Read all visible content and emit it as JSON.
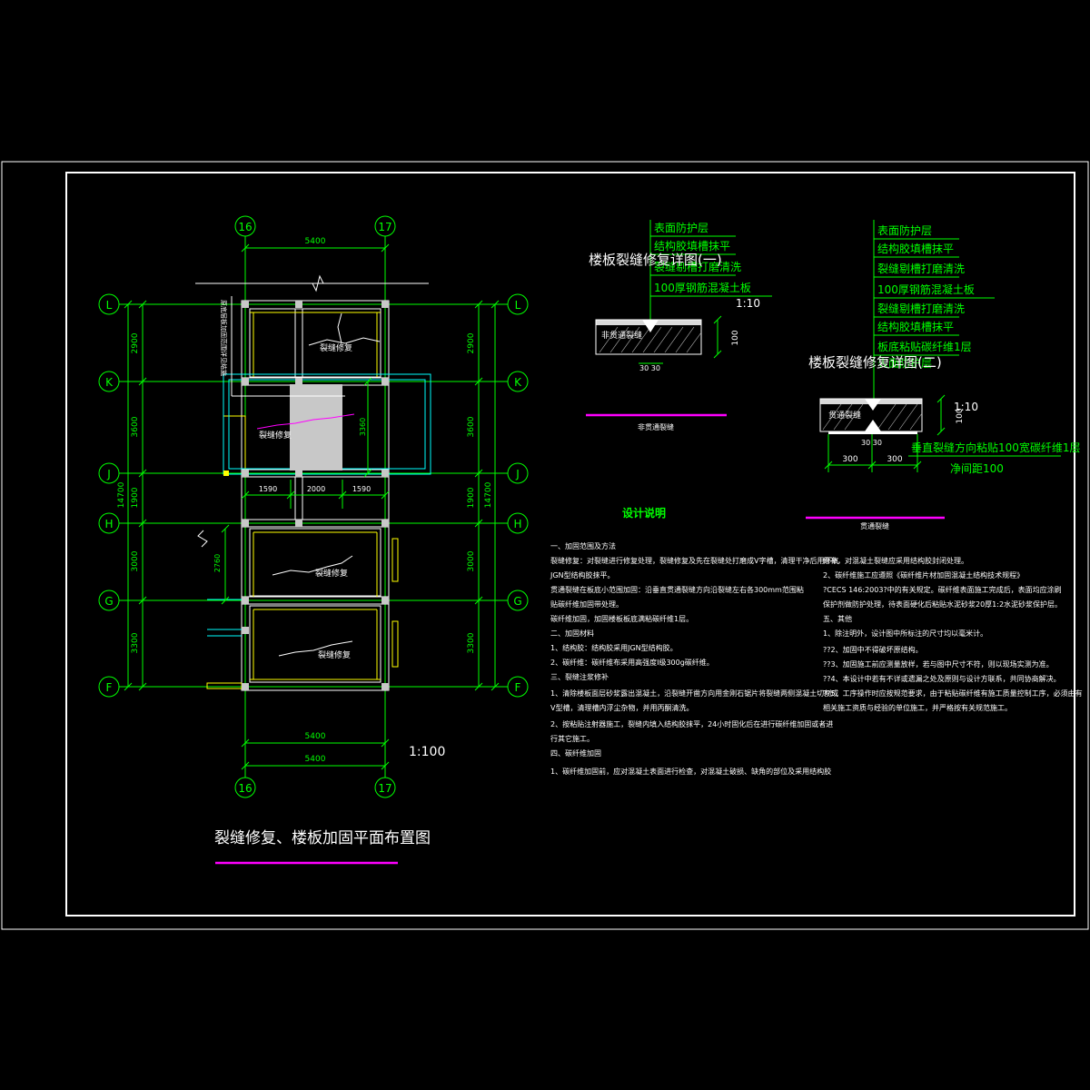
{
  "plan": {
    "axes_x": [
      "16",
      "17"
    ],
    "axes_y": [
      "L",
      "K",
      "J",
      "H",
      "G",
      "F"
    ],
    "dim_top": "5400",
    "dim_bottom_1": "5400",
    "dim_bottom_2": "5400",
    "dim_left": [
      "2900",
      "3600",
      "1900",
      "3000",
      "3300"
    ],
    "dim_right": [
      "2900",
      "3600",
      "1900",
      "3000",
      "3300"
    ],
    "dim_total": "14700",
    "dim_mid": [
      "1590",
      "2000",
      "1590"
    ],
    "dim_3360": "3360",
    "dim_2760": "2760",
    "crack_label": "裂缝修复",
    "side_note": "原底层板加固范围详见结施",
    "scale": "1:100",
    "title": "裂缝修复、楼板加固平面布置图"
  },
  "detail1": {
    "title": "楼板裂缝修复详图(一)",
    "scale": "1:10",
    "layers": [
      "表面防护层",
      "结构胶填槽抹平",
      "裂缝剔槽打磨清洗",
      "100厚钢筋混凝土板"
    ],
    "crack_tag": "非贯通裂缝",
    "dim_v": "100",
    "dim_h": "30 30",
    "caption": "非贯通裂缝"
  },
  "detail2": {
    "title": "楼板裂缝修复详图(二)",
    "scale": "1:10",
    "layers": [
      "表面防护层",
      "结构胶填槽抹平",
      "裂缝剔槽打磨清洗",
      "100厚钢筋混凝土板",
      "裂缝剔槽打磨清洗",
      "结构胶填槽抹平",
      "板底粘贴碳纤维1层",
      "表面防护层"
    ],
    "crack_tag": "贯通裂缝",
    "dim_v": "100",
    "dim_h": "30 30",
    "dim_bottom": [
      "300",
      "300"
    ],
    "note1": "垂直裂缝方向粘贴100宽碳纤维1层",
    "note2": "净间距100",
    "caption": "贯通裂缝"
  },
  "notes": {
    "heading": "设计说明",
    "left": [
      "一、加固范围及方法",
      "    裂缝修复：对裂缝进行修复处理，裂缝修复及先在裂缝处打磨成V字槽，清理干净后用环氧",
      "JGN型结构胶抹平。",
      "    贯通裂缝在板底小范围加固：沿垂直贯通裂缝方向沿裂缝左右各300mm范围粘",
      "贴碳纤维加固带处理。",
      "    碳纤维加固，加固楼板板底满粘碳纤维1层。",
      "二、加固材料",
      "    1、结构胶：结构胶采用JGN型结构胶。",
      "    2、碳纤维：碳纤维布采用高强度Ⅰ级300g碳纤维。",
      "三、裂缝注浆修补",
      "    1、清除楼板面层砂浆露出混凝土，沿裂缝开凿方向用金刚石锯片将裂缝两侧混凝土切割成",
      "V型槽，清理槽内浮尘杂物，并用丙酮清洗。",
      "    2、按粘贴注射器施工，裂缝内填入结构胶抹平，24小时固化后在进行碳纤维加固或者进",
      "行其它施工。",
      "四、碳纤维加固",
      "    1、碳纤维加固前，应对混凝土表面进行检查，对混凝土破损、缺角的部位及采用结构胶"
    ],
    "right": [
      "修补，对混凝土裂缝应采用结构胶封闭处理。",
      "    2、碳纤维施工应遵照《碳纤维片材加固混凝土结构技术规程》",
      "?CECS 146:2003?中的有关规定。碳纤维表面施工完成后，表面均应涂刷",
      "保护剂做防护处理，待表面硬化后粘贴水泥砂浆20厚1:2水泥砂浆保护层。",
      "五、其他",
      "    1、除注明外，设计图中所标注的尺寸均以毫米计。",
      "??2、加固中不得破坏原结构。",
      "??3、加固施工前应测量放样，若与图中尺寸不符，则以现场实测为准。",
      "??4、本设计中若有不详或遗漏之处及原则与设计方联系，共同协商解决。",
      "??5、工序操作时应按规范要求，由于粘贴碳纤维有施工质量控制工序，必须由有",
      "相关施工资质与经验的单位施工，并严格按有关规范施工。"
    ]
  },
  "colors": {
    "axis": "#00ff00",
    "dimension": "#00ff00",
    "wall": "#ffffff",
    "magenta": "#ff00ff",
    "cyan": "#00ffff",
    "yellow": "#ffff00",
    "hatch": "#c8c8c8",
    "background": "#000000"
  }
}
